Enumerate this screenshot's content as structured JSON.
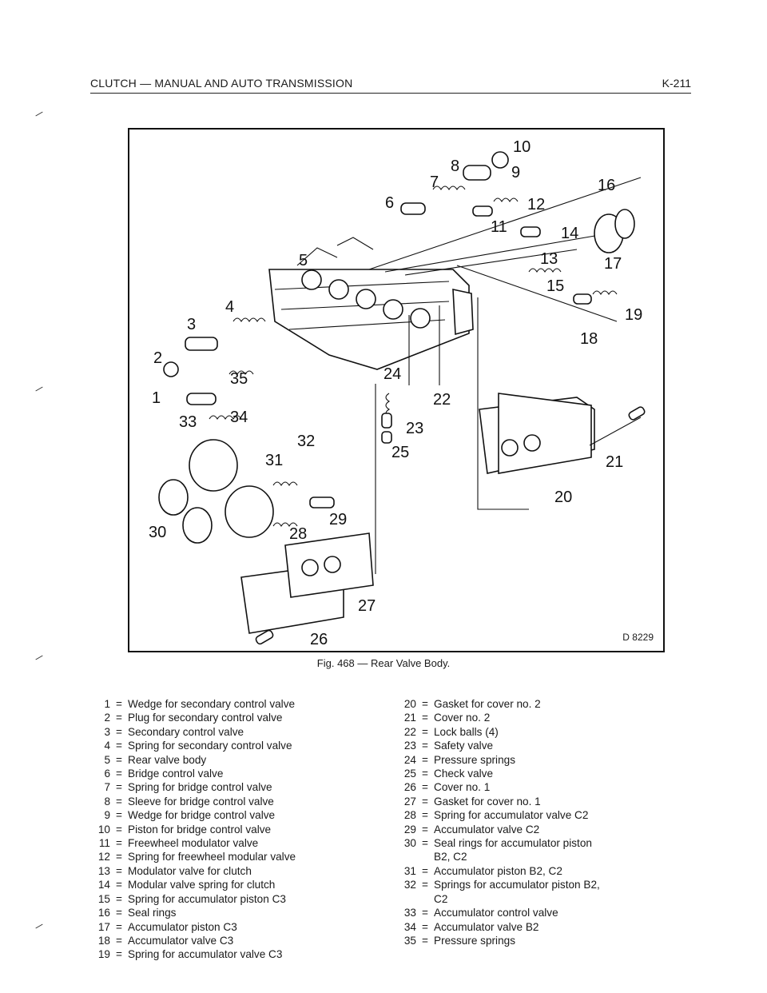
{
  "header": {
    "title": "CLUTCH — MANUAL AND AUTO TRANSMISSION",
    "page_number": "K-211"
  },
  "figure": {
    "code": "D 8229",
    "caption": "Fig. 468 — Rear Valve Body.",
    "callouts": [
      "1",
      "2",
      "3",
      "4",
      "5",
      "6",
      "7",
      "8",
      "9",
      "10",
      "11",
      "12",
      "13",
      "14",
      "15",
      "16",
      "17",
      "18",
      "19",
      "20",
      "21",
      "22",
      "23",
      "24",
      "25",
      "26",
      "27",
      "28",
      "29",
      "30",
      "31",
      "32",
      "33",
      "34",
      "35"
    ]
  },
  "legend_left": [
    {
      "num": "1",
      "eq": "=",
      "desc": "Wedge for secondary control valve"
    },
    {
      "num": "2",
      "eq": "=",
      "desc": "Plug for secondary control valve"
    },
    {
      "num": "3",
      "eq": "=",
      "desc": "Secondary control valve"
    },
    {
      "num": "4",
      "eq": "=",
      "desc": "Spring for secondary control valve"
    },
    {
      "num": "5",
      "eq": "=",
      "desc": "Rear valve body"
    },
    {
      "num": "6",
      "eq": "=",
      "desc": "Bridge control valve"
    },
    {
      "num": "7",
      "eq": "=",
      "desc": "Spring for bridge control valve"
    },
    {
      "num": "8",
      "eq": "=",
      "desc": "Sleeve for bridge control valve"
    },
    {
      "num": "9",
      "eq": "=",
      "desc": "Wedge for bridge control valve"
    },
    {
      "num": "10",
      "eq": "=",
      "desc": "Piston for bridge control valve"
    },
    {
      "num": "11",
      "eq": "=",
      "desc": "Freewheel modulator valve"
    },
    {
      "num": "12",
      "eq": "=",
      "desc": "Spring for freewheel modular valve"
    },
    {
      "num": "13",
      "eq": "=",
      "desc": "Modulator valve for clutch"
    },
    {
      "num": "14",
      "eq": "=",
      "desc": "Modular valve spring for clutch"
    },
    {
      "num": "15",
      "eq": "=",
      "desc": "Spring for accumulator piston C3"
    },
    {
      "num": "16",
      "eq": "=",
      "desc": "Seal rings"
    },
    {
      "num": "17",
      "eq": "=",
      "desc": "Accumulator piston C3"
    },
    {
      "num": "18",
      "eq": "=",
      "desc": "Accumulator valve C3"
    },
    {
      "num": "19",
      "eq": "=",
      "desc": "Spring for accumulator valve C3"
    }
  ],
  "legend_right": [
    {
      "num": "20",
      "eq": "=",
      "desc": "Gasket for cover no. 2"
    },
    {
      "num": "21",
      "eq": "=",
      "desc": "Cover no. 2"
    },
    {
      "num": "22",
      "eq": "=",
      "desc": "Lock balls (4)"
    },
    {
      "num": "23",
      "eq": "=",
      "desc": "Safety valve"
    },
    {
      "num": "24",
      "eq": "=",
      "desc": "Pressure springs"
    },
    {
      "num": "25",
      "eq": "=",
      "desc": "Check valve"
    },
    {
      "num": "26",
      "eq": "=",
      "desc": "Cover no. 1"
    },
    {
      "num": "27",
      "eq": "=",
      "desc": "Gasket for cover no. 1"
    },
    {
      "num": "28",
      "eq": "=",
      "desc": "Spring for accumulator valve C2"
    },
    {
      "num": "29",
      "eq": "=",
      "desc": "Accumulator valve C2"
    },
    {
      "num": "30",
      "eq": "=",
      "desc": "Seal rings for accumulator piston"
    },
    {
      "num": "",
      "eq": "",
      "desc": "B2, C2"
    },
    {
      "num": "31",
      "eq": "=",
      "desc": "Accumulator piston B2, C2"
    },
    {
      "num": "32",
      "eq": "=",
      "desc": "Springs for accumulator piston B2,"
    },
    {
      "num": "",
      "eq": "",
      "desc": "C2"
    },
    {
      "num": "33",
      "eq": "=",
      "desc": "Accumulator control valve"
    },
    {
      "num": "34",
      "eq": "=",
      "desc": "Accumulator valve B2"
    },
    {
      "num": "35",
      "eq": "=",
      "desc": "Pressure springs"
    }
  ]
}
